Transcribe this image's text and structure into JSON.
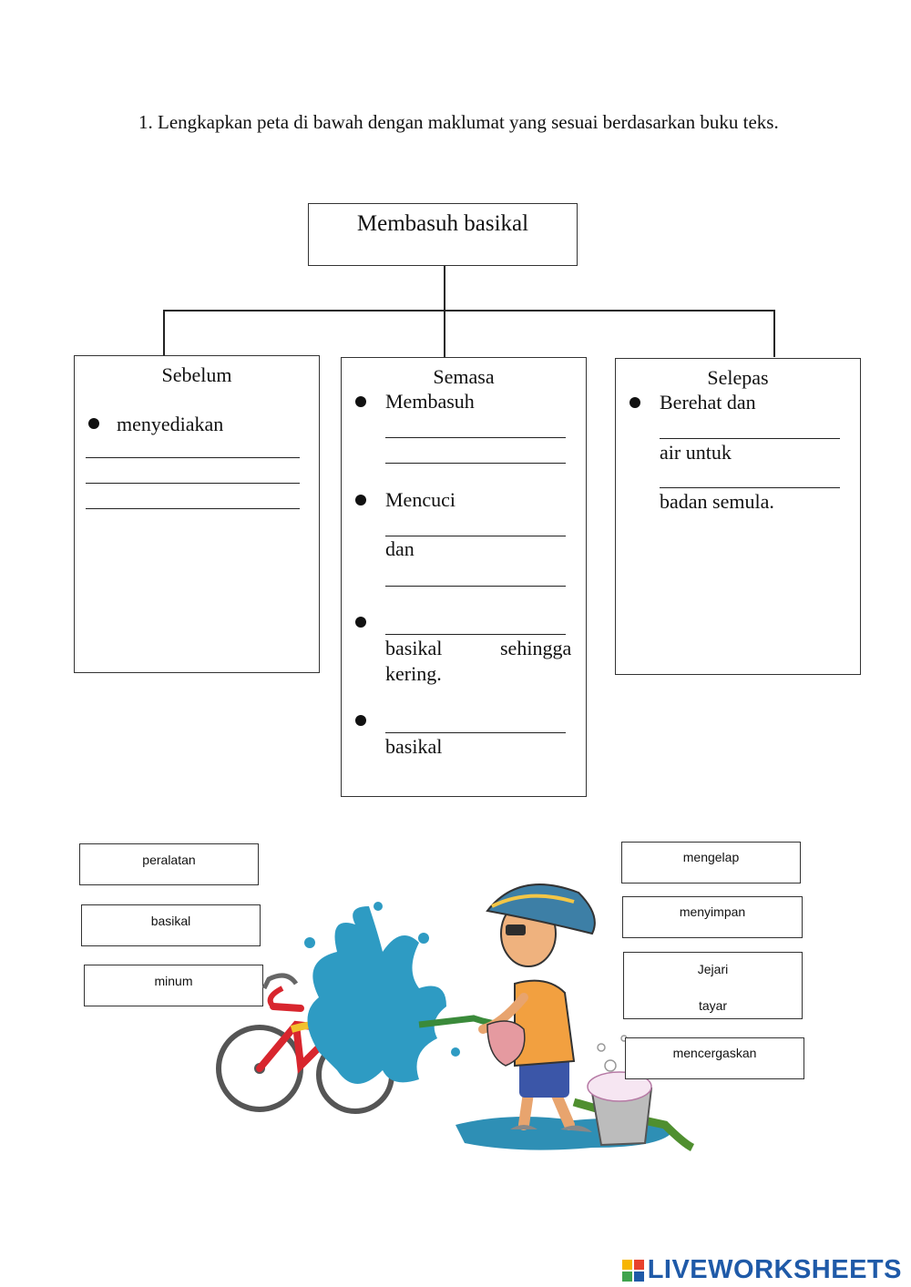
{
  "instruction": "1. Lengkapkan peta di bawah dengan maklumat yang sesuai berdasarkan buku teks.",
  "map": {
    "title": "Membasuh basikal",
    "columns": {
      "sebelum": {
        "heading": "Sebelum",
        "item1": "menyediakan"
      },
      "semasa": {
        "heading": "Semasa",
        "item1": "Membasuh",
        "item2": "Mencuci",
        "item2_dan": "dan",
        "item3_a": "basikal",
        "item3_b": "sehingga",
        "item3_c": "kering.",
        "item4": "basikal"
      },
      "selepas": {
        "heading": "Selepas",
        "item1": "Berehat dan",
        "item1_b": "air untuk",
        "item1_c": "badan semula."
      }
    }
  },
  "word_bank": {
    "left": [
      "peralatan",
      "basikal",
      "minum"
    ],
    "right": [
      "mengelap",
      "menyimpan",
      "Jejari",
      "tayar",
      "mencergaskan"
    ]
  },
  "brand": {
    "name": "LIVEWORKSHEETS",
    "logo_colors": [
      "#f7b500",
      "#e8412c",
      "#3fa34d",
      "#1f5aa8"
    ]
  }
}
